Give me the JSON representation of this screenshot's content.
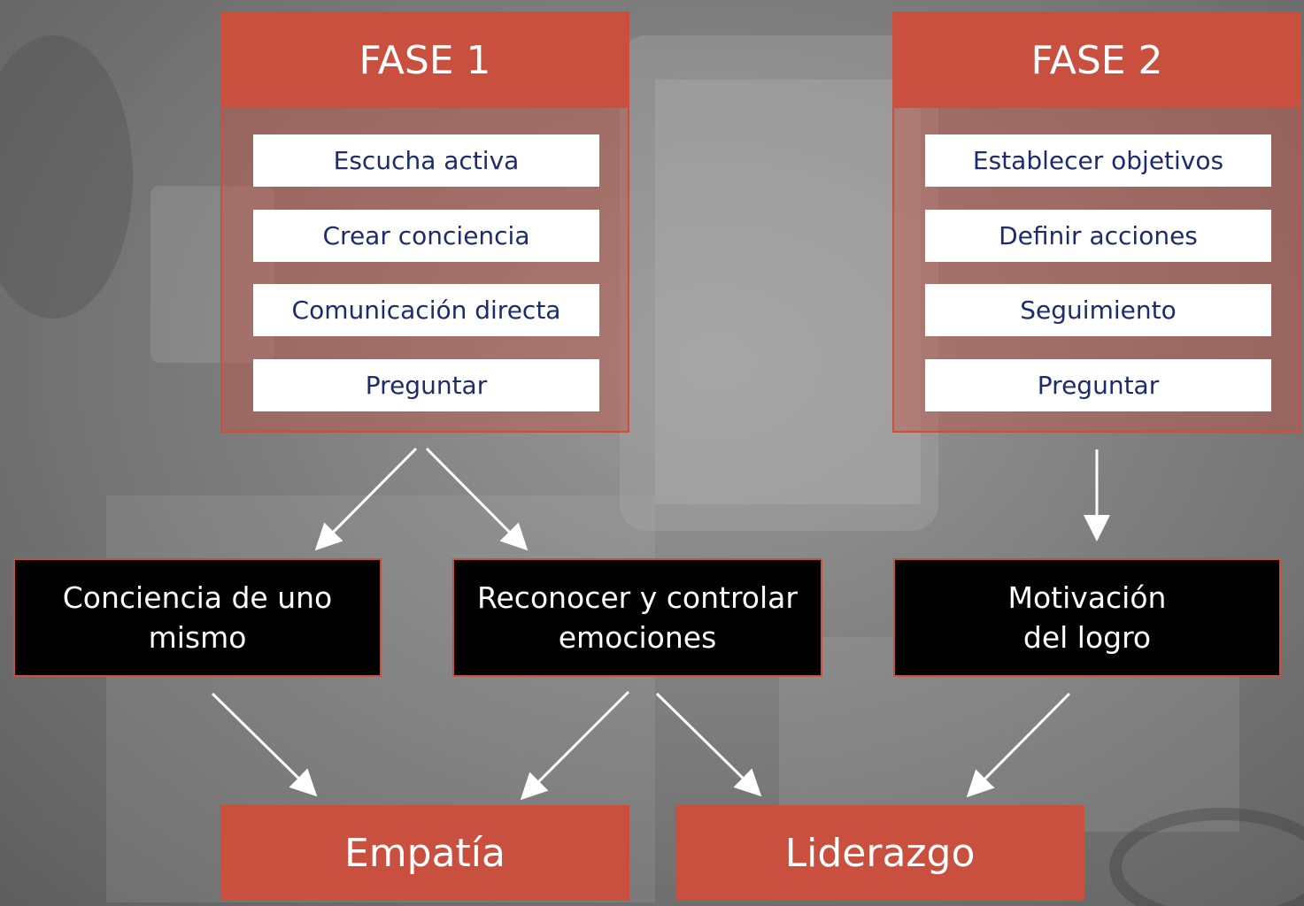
{
  "phases": [
    {
      "title": "FASE 1",
      "steps": [
        "Escucha activa",
        "Crear conciencia",
        "Comunicación directa",
        "Preguntar"
      ]
    },
    {
      "title": "FASE 2",
      "steps": [
        "Establecer objetivos",
        "Definir acciones",
        "Seguimiento",
        "Preguntar"
      ]
    }
  ],
  "competencies": {
    "self_awareness": "Conciencia de uno mismo",
    "emotions": "Reconocer y controlar emociones",
    "motivation": "Motivación del logro"
  },
  "outcomes": {
    "empathy": "Empatía",
    "leadership": "Liderazgo"
  },
  "colors": {
    "accent": "#c94f3f",
    "step_text": "#1d2b6b",
    "box_dark": "#000000"
  }
}
